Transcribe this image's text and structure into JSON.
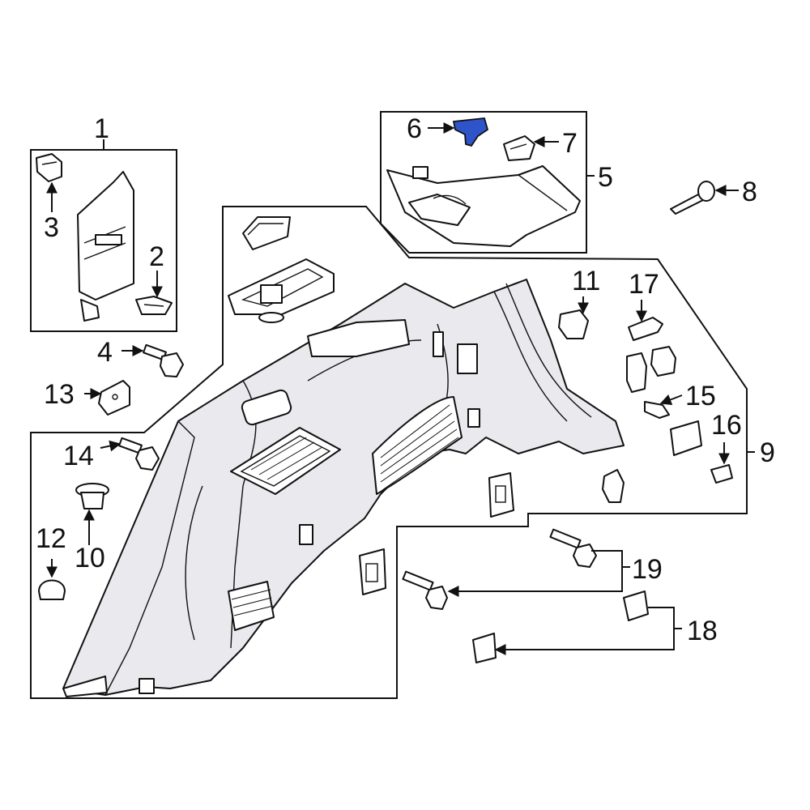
{
  "diagram": {
    "highlight_color": "#2f53c9",
    "line_color": "#111111",
    "callouts": {
      "c1": "1",
      "c2": "2",
      "c3": "3",
      "c4": "4",
      "c5": "5",
      "c6": "6",
      "c7": "7",
      "c8": "8",
      "c9": "9",
      "c10": "10",
      "c11": "11",
      "c12": "12",
      "c13": "13",
      "c14": "14",
      "c15": "15",
      "c16": "16",
      "c17": "17",
      "c18": "18",
      "c19": "19"
    }
  }
}
